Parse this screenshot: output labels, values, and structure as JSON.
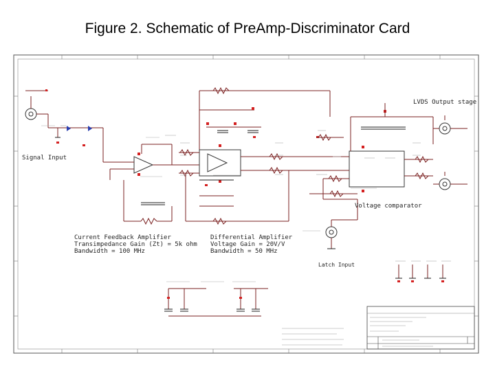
{
  "title": "Figure 2. Schematic of PreAmp-Discriminator Card",
  "labels": {
    "lvds": "LVDS Output stage",
    "signal_input": "Signal Input",
    "voltage_comparator": "Voltage comparator",
    "current_feedback_title": "Current Feedback Amplifier",
    "current_feedback_gain": "Transimpedance Gain (Zt) = 5k ohm",
    "current_feedback_bw": "Bandwidth = 100 MHz",
    "diff_amp_title": "Differential Amplifier",
    "diff_amp_gain": "Voltage Gain = 20V/V",
    "diff_amp_bw": "Bandwidth = 50 MHz",
    "latch_input": "Latch Input"
  },
  "colors": {
    "wire": "#7a1f1f",
    "power": "#d42020",
    "diode": "#2a3fb0",
    "border": "#555555"
  }
}
